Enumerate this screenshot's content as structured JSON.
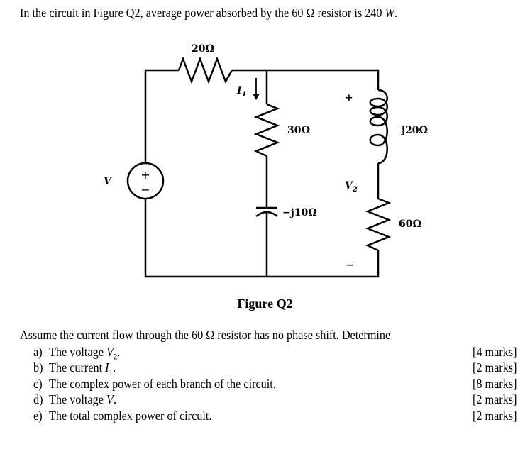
{
  "intro": {
    "prefix": "In the circuit in Figure Q2, average power absorbed by the 60 Ω resistor is 240 ",
    "unit": "W",
    "suffix": "."
  },
  "figure": {
    "caption": "Figure Q2",
    "labels": {
      "r1": "20Ω",
      "i1": "I",
      "i1_sub": "1",
      "r2": "30Ω",
      "c": "−j10Ω",
      "plus_v2": "+",
      "v2": "V",
      "v2_sub": "2",
      "minus_v2": "−",
      "l": "j20Ω",
      "r3": "60Ω",
      "v": "V",
      "src_plus": "+",
      "src_minus": "−"
    }
  },
  "question": {
    "lead": "Assume the current flow through the 60 Ω resistor has no phase shift. Determine"
  },
  "items": [
    {
      "letter": "a)",
      "text": "The voltage ",
      "var": "V",
      "sub": "2",
      "end": ".",
      "marks": "[4 marks]"
    },
    {
      "letter": "b)",
      "text": "The current ",
      "var": "I",
      "sub": "1",
      "end": ".",
      "marks": "[2 marks]"
    },
    {
      "letter": "c)",
      "text": "The complex power of each branch of the circuit.",
      "marks": "[8 marks]"
    },
    {
      "letter": "d)",
      "text": "The voltage ",
      "var": "V",
      "end": ".",
      "marks": "[2 marks]"
    },
    {
      "letter": "e)",
      "text": "The total complex power of circuit.",
      "marks": "[2 marks]"
    }
  ]
}
